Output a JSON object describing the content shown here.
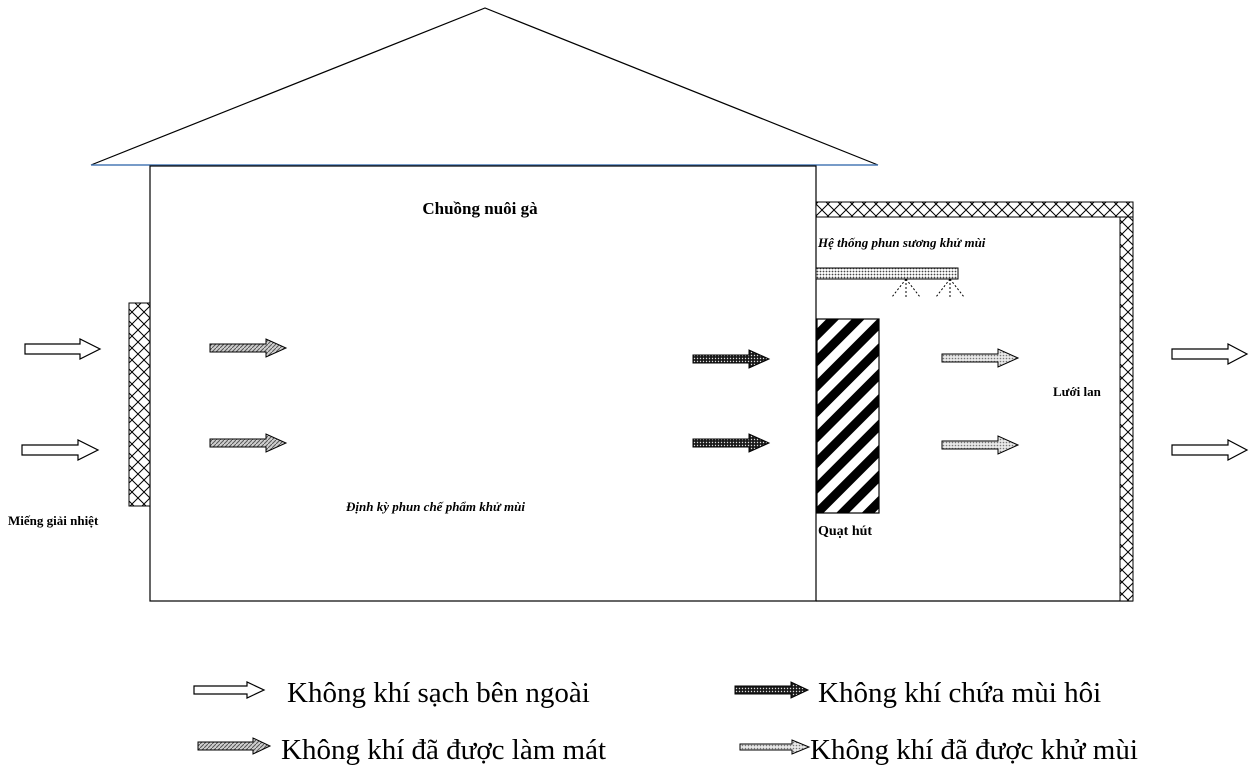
{
  "labels": {
    "barn": "Chuồng nuôi gà",
    "mist_system": "Hệ thống phun sương khử mùi",
    "cooling_pad": "Miếng giải nhiệt",
    "periodic_spray": "Định kỳ phun chế phẩm khử mùi",
    "exhaust_fan": "Quạt hút",
    "mesh": "Lưới lan"
  },
  "legend": {
    "clean_air": "Không khí sạch bên ngoài",
    "odor_air": "Không khí chứa mùi hôi",
    "cooled_air": "Không khí đã được làm mát",
    "deodorized_air": "Không khí đã được khử mùi"
  },
  "colors": {
    "line": "#000000",
    "roof_eave": "#4a7ab5",
    "cooled_fill": "#7f7f7f",
    "odor_fill": "#1a1a1a",
    "deodorized_fill": "#b0b0b0"
  }
}
